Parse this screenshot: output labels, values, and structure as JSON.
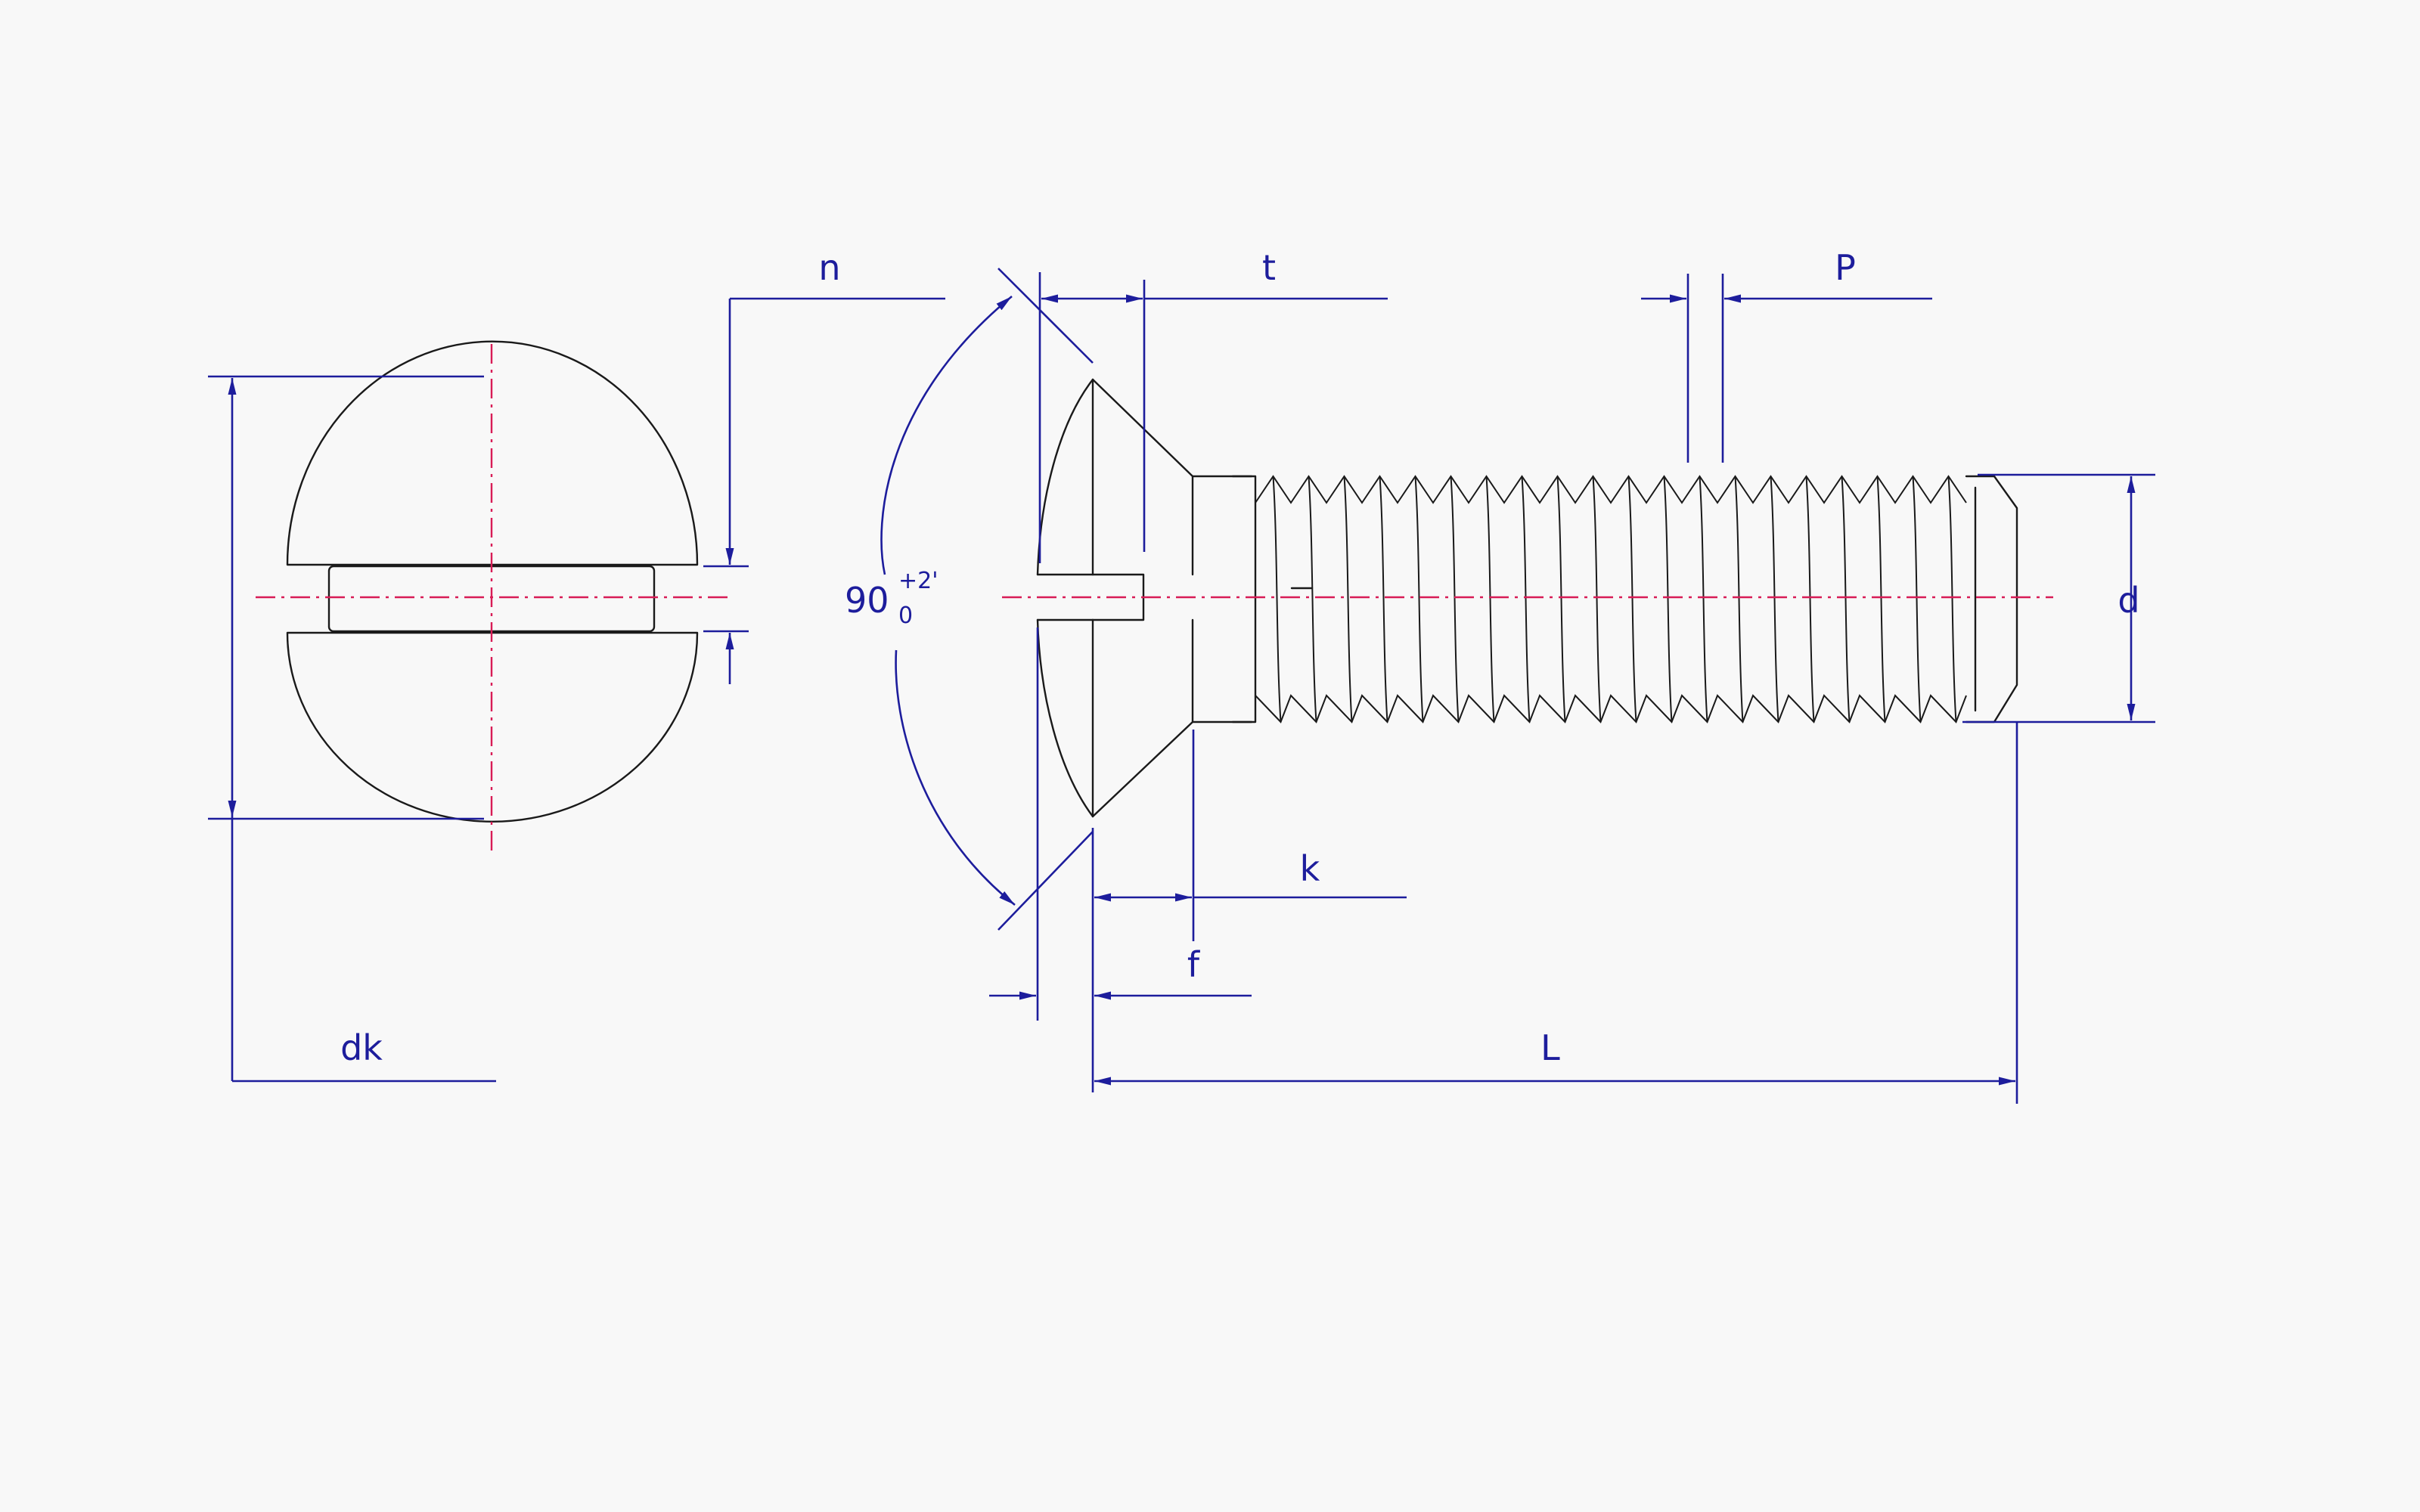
{
  "labels": {
    "n": "n",
    "t": "t",
    "p": "P",
    "d": "d",
    "dk": "dk",
    "k": "k",
    "f": "f",
    "l": "L",
    "angle": "90",
    "tol_upper": "+2'",
    "tol_lower": "0"
  },
  "colors": {
    "outline": "#1a1a1a",
    "dimension": "#1d1d9c",
    "centerline": "#d81c56",
    "background": "#f8f8f8"
  }
}
